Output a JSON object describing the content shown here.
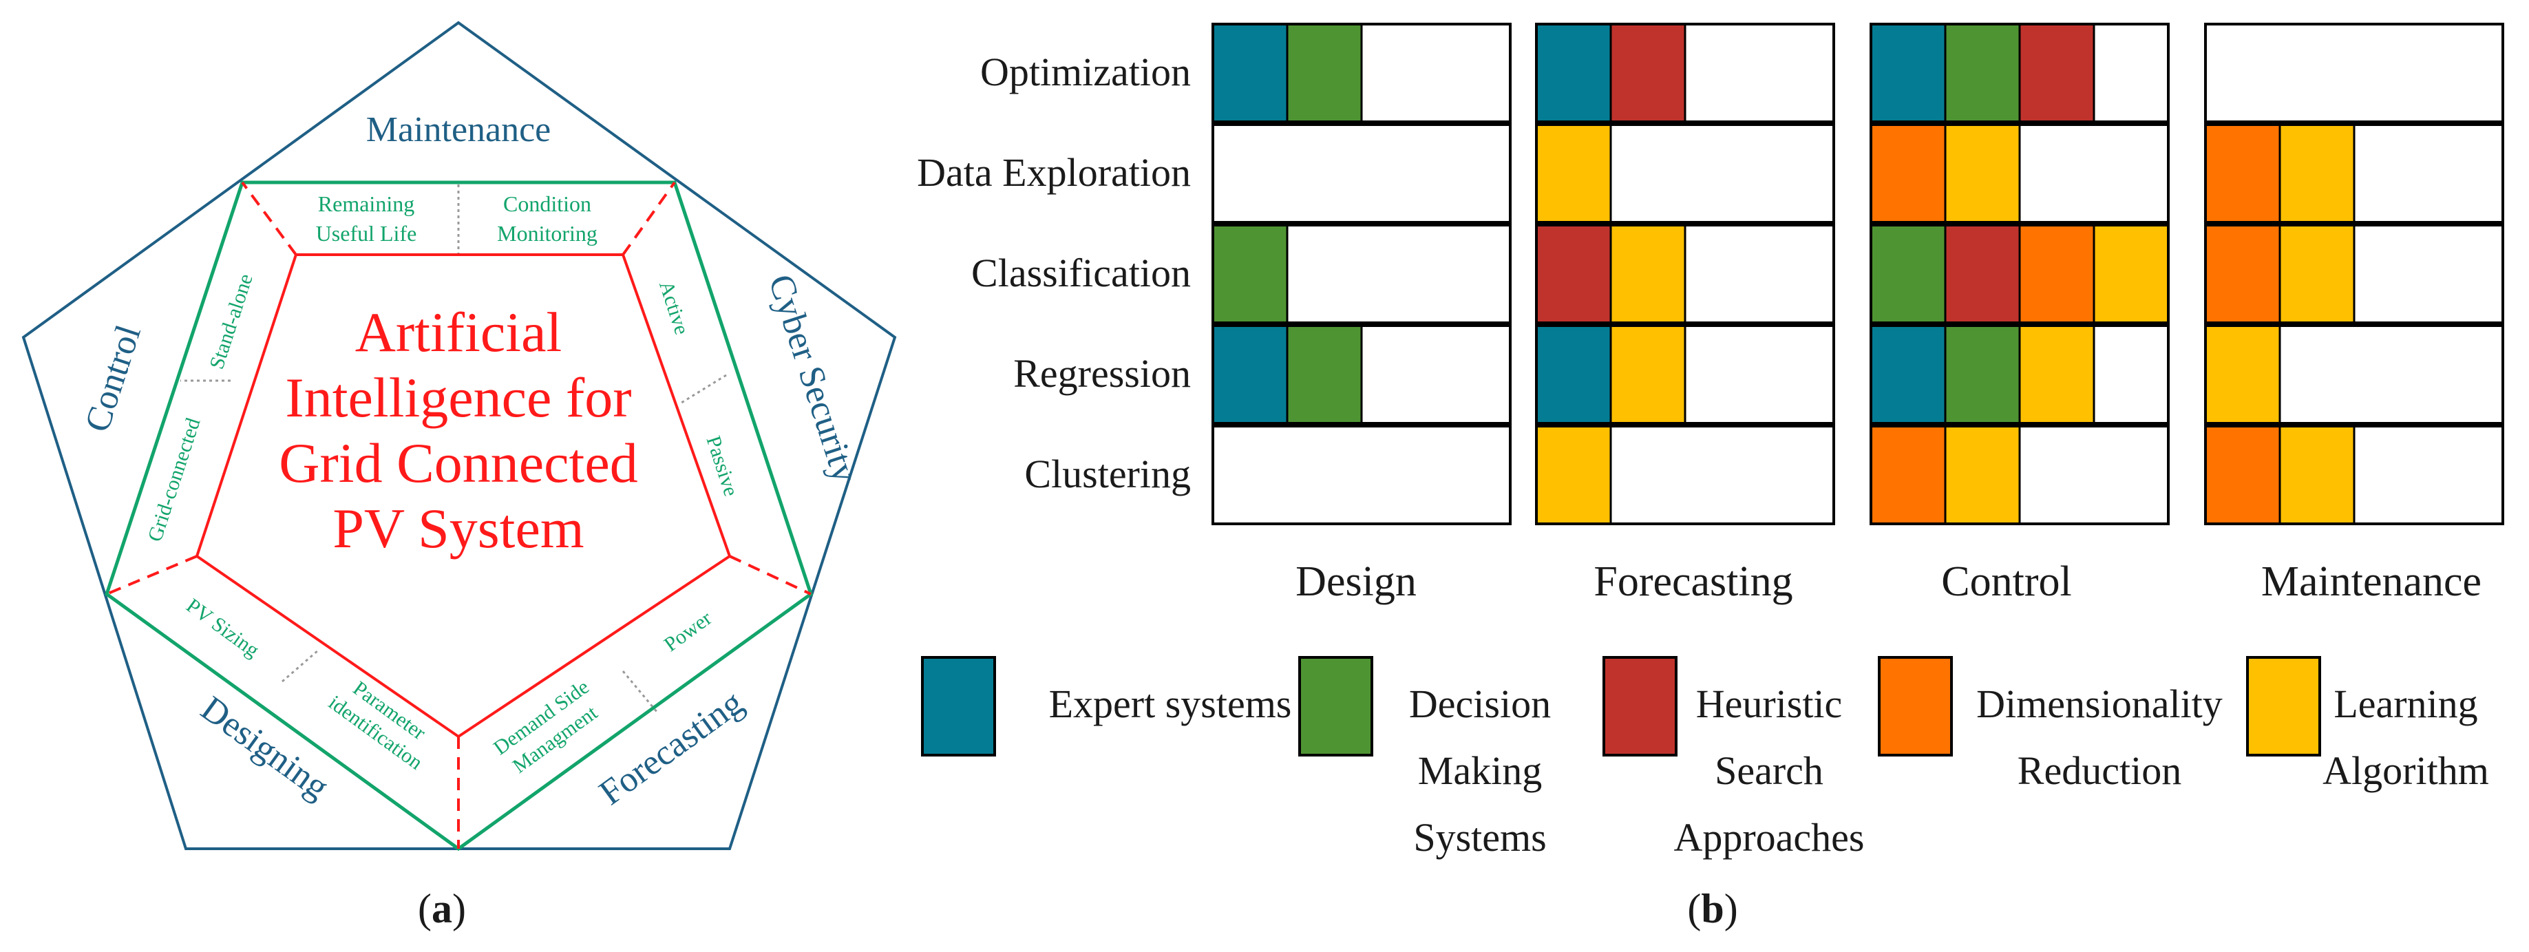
{
  "panel_a": {
    "center_lines": [
      "Artificial",
      "Intelligence for",
      "Grid Connected",
      "PV System"
    ],
    "outer_labels": {
      "top": "Maintenance",
      "left": "Control",
      "right": "Cyber Security",
      "bottom_left": "Designing",
      "bottom_right": "Forecasting"
    },
    "inner_labels": {
      "remaining_life": [
        "Remaining",
        "Useful Life"
      ],
      "condition_monitoring": [
        "Condition",
        "Monitoring"
      ],
      "stand_alone": "Stand-alone",
      "grid_connected": "Grid-connected",
      "active": "Active",
      "passive": "Passive",
      "pv_sizing": "PV Sizing",
      "parameter_identification": [
        "Parameter",
        "identification"
      ],
      "demand_side": [
        "Demand Side",
        "Managment"
      ],
      "power": "Power"
    },
    "caption_open": "(",
    "caption_letter": "a",
    "caption_close": ")",
    "colors": {
      "outer": "#1f5f85",
      "middle": "#12a46b",
      "inner": "#ff1a1a"
    }
  },
  "panel_b": {
    "rows": [
      "Optimization",
      "Data Exploration",
      "Classification",
      "Regression",
      "Clustering"
    ],
    "groups": [
      "Design",
      "Forecasting",
      "Control",
      "Maintenance"
    ],
    "categories": {
      "E": {
        "name": "Expert systems",
        "lines": [
          "Expert systems"
        ],
        "color": "#047d94"
      },
      "D": {
        "name": "Decision Making Systems",
        "lines": [
          "Decision",
          "Making",
          "Systems"
        ],
        "color": "#4f9433"
      },
      "H": {
        "name": "Heuristic Search Approaches",
        "lines": [
          "Heuristic",
          "Search",
          "Approaches"
        ],
        "color": "#c0332d"
      },
      "R": {
        "name": "Dimensionality Reduction",
        "lines": [
          "Dimensionality",
          "Reduction"
        ],
        "color": "#ff7300"
      },
      "L": {
        "name": "Learning Algorithm",
        "lines": [
          "Learning",
          "Algorithm"
        ],
        "color": "#ffc000"
      }
    },
    "legend_order": [
      "E",
      "D",
      "H",
      "R",
      "L"
    ],
    "cells": [
      [
        [
          "E",
          "D"
        ],
        [
          "E",
          "H"
        ],
        [
          "E",
          "D",
          "H"
        ],
        []
      ],
      [
        [],
        [
          "L"
        ],
        [
          "R",
          "L"
        ],
        [
          "R",
          "L"
        ]
      ],
      [
        [
          "D"
        ],
        [
          "H",
          "L"
        ],
        [
          "D",
          "H",
          "R",
          "L"
        ],
        [
          "R",
          "L"
        ]
      ],
      [
        [
          "E",
          "D"
        ],
        [
          "E",
          "L"
        ],
        [
          "E",
          "D",
          "L"
        ],
        [
          "L"
        ]
      ],
      [
        [],
        [
          "L"
        ],
        [
          "R",
          "L"
        ],
        [
          "R",
          "L"
        ]
      ]
    ],
    "caption_open": "(",
    "caption_letter": "b",
    "caption_close": ")"
  }
}
